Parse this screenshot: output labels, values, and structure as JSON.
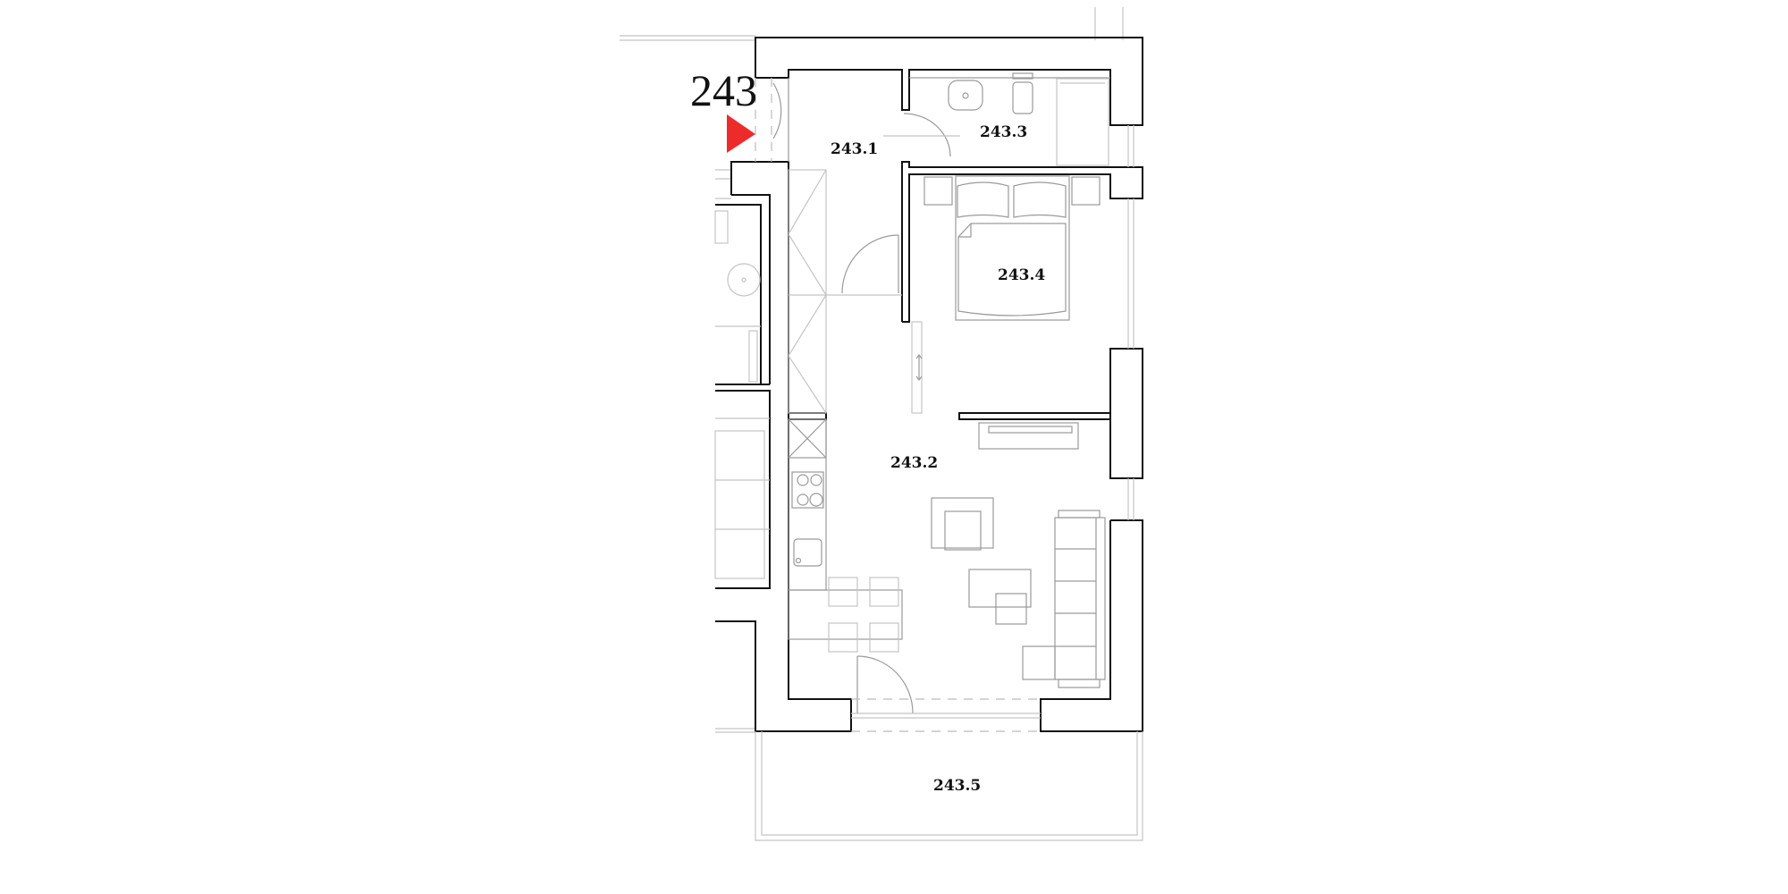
{
  "plan": {
    "unit_number": "243",
    "entrance_marker_color": "#ee2b2b",
    "wall_color": "#111111",
    "furniture_color": "#9a9a9a",
    "rooms": [
      {
        "id": "hall",
        "label": "243.1"
      },
      {
        "id": "living-kitchen",
        "label": "243.2"
      },
      {
        "id": "bathroom",
        "label": "243.3"
      },
      {
        "id": "bedroom",
        "label": "243.4"
      },
      {
        "id": "balcony",
        "label": "243.5"
      }
    ]
  }
}
